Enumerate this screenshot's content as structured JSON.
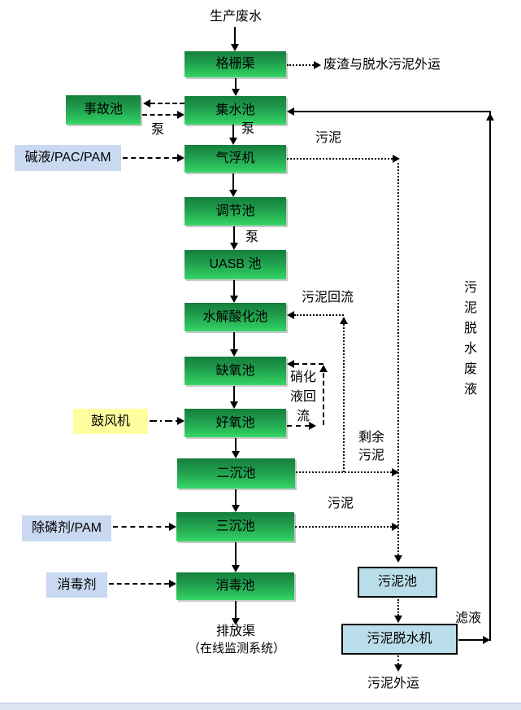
{
  "flowchart": {
    "source": "生产废水",
    "nodes": {
      "grille": "格栅渠",
      "collect": "集水池",
      "accident": "事故池",
      "flotation": "气浮机",
      "regulate": "调节池",
      "uasb": "UASB 池",
      "hydrolysis": "水解酸化池",
      "anoxic": "缺氧池",
      "aerobic": "好氧池",
      "secondary_sed": "二沉池",
      "tertiary_sed": "三沉池",
      "disinfection": "消毒池",
      "sludge_tank": "污泥池",
      "sludge_dewaterer": "污泥脱水机",
      "alkali_pac_pam": "碱液/PAC/PAM",
      "blower": "鼓风机",
      "phosphorus_pam": "除磷剂/PAM",
      "disinfectant": "消毒剂"
    },
    "labels": {
      "waste_out": "废渣与脱水污泥外运",
      "pump_accident": "泵",
      "pump_collect": "泵",
      "pump_regulate": "泵",
      "sludge_flotation": "污泥",
      "sludge_return": "污泥回流",
      "nitrification_return": "硝化液回流",
      "excess_sludge": "剩余污泥",
      "sludge_tertiary": "污泥",
      "filtrate": "滤液",
      "dewater_waste": "污泥脱水废液",
      "discharge": "排放渠",
      "online_monitor": "（在线监测系统）",
      "sludge_out": "污泥外运"
    },
    "colors": {
      "process_gradient_top": "#15803c",
      "process_gradient_bottom": "#3bd96c",
      "chemical_box": "#c9d9f1",
      "blower_box": "#ffffa0",
      "sludge_box": "#b9dde9",
      "line": "#000000",
      "bottom_band": "#dde6f2"
    }
  }
}
